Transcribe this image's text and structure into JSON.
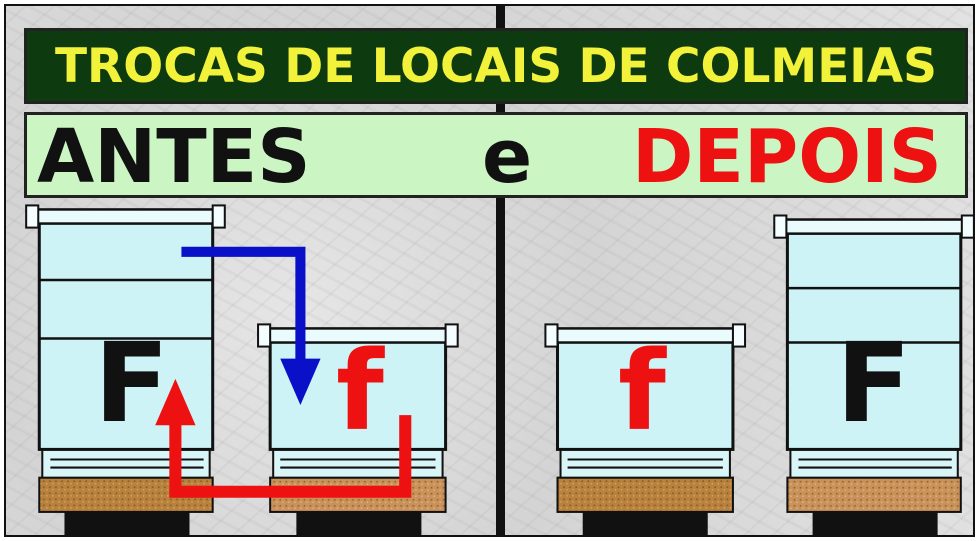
{
  "title": "TROCAS DE LOCAIS DE COLMEIAS",
  "subtitle": {
    "before": "ANTES",
    "conjunction": "e",
    "after": "DEPOIS"
  },
  "hives": {
    "before_strong": "F",
    "before_weak": "f",
    "after_weak": "f",
    "after_strong": "F"
  },
  "colors": {
    "title_bg": "#0e3a10",
    "title_text": "#f2f23a",
    "subtitle_bg": "#ccf5c4",
    "depois_text": "#ee1111",
    "hive_body": "#cdf3f7",
    "strong_letter": "#111111",
    "weak_letter": "#ee1111",
    "arrow_blue": "#0a10c8",
    "arrow_red": "#ee1111",
    "base_wood": "#b57a35",
    "stand": "#111111"
  }
}
